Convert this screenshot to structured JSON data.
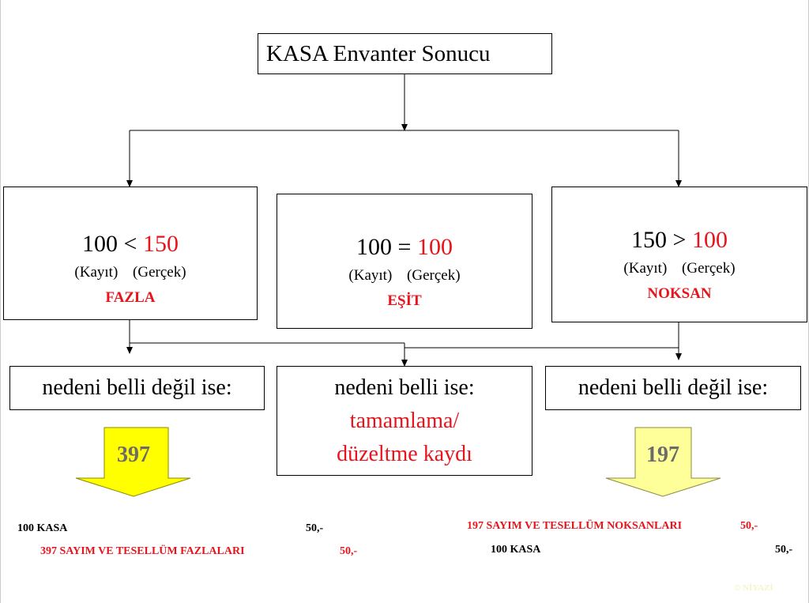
{
  "title": "KASA Envanter Sonucu",
  "cases": [
    {
      "left": "100",
      "op": "<",
      "right": "150",
      "label_record": "(Kayıt)",
      "label_actual": "(Gerçek)",
      "result": "FAZLA"
    },
    {
      "left": "100",
      "op": "=",
      "right": "100",
      "label_record": "(Kayıt)",
      "label_actual": "(Gerçek)",
      "result": "EŞİT"
    },
    {
      "left": "150",
      "op": ">",
      "right": "100",
      "label_record": "(Kayıt)",
      "label_actual": "(Gerçek)",
      "result": "NOKSAN"
    }
  ],
  "outcomes": {
    "left": "nedeni belli değil ise:",
    "middle_line1": "nedeni belli ise:",
    "middle_line2": "tamamlama/",
    "middle_line3": "düzeltme kaydı",
    "right": "nedeni belli değil ise:"
  },
  "arrows": {
    "left": "397",
    "right": "197"
  },
  "entries": {
    "left": [
      {
        "account": "100 KASA",
        "amount": "50,-"
      },
      {
        "account": "397 SAYIM VE TESELLÜM  FAZLALARI",
        "amount": "50,-"
      }
    ],
    "right": [
      {
        "account": "197 SAYIM VE TESELLÜM  NOKSANLARI",
        "amount": "50,-"
      },
      {
        "account": "100 KASA",
        "amount": "50,-"
      }
    ]
  },
  "watermark": "© NİYAZİ",
  "colors": {
    "red": "#e8141c",
    "arrow_left": "#ffff00",
    "arrow_right": "#ffff99"
  }
}
